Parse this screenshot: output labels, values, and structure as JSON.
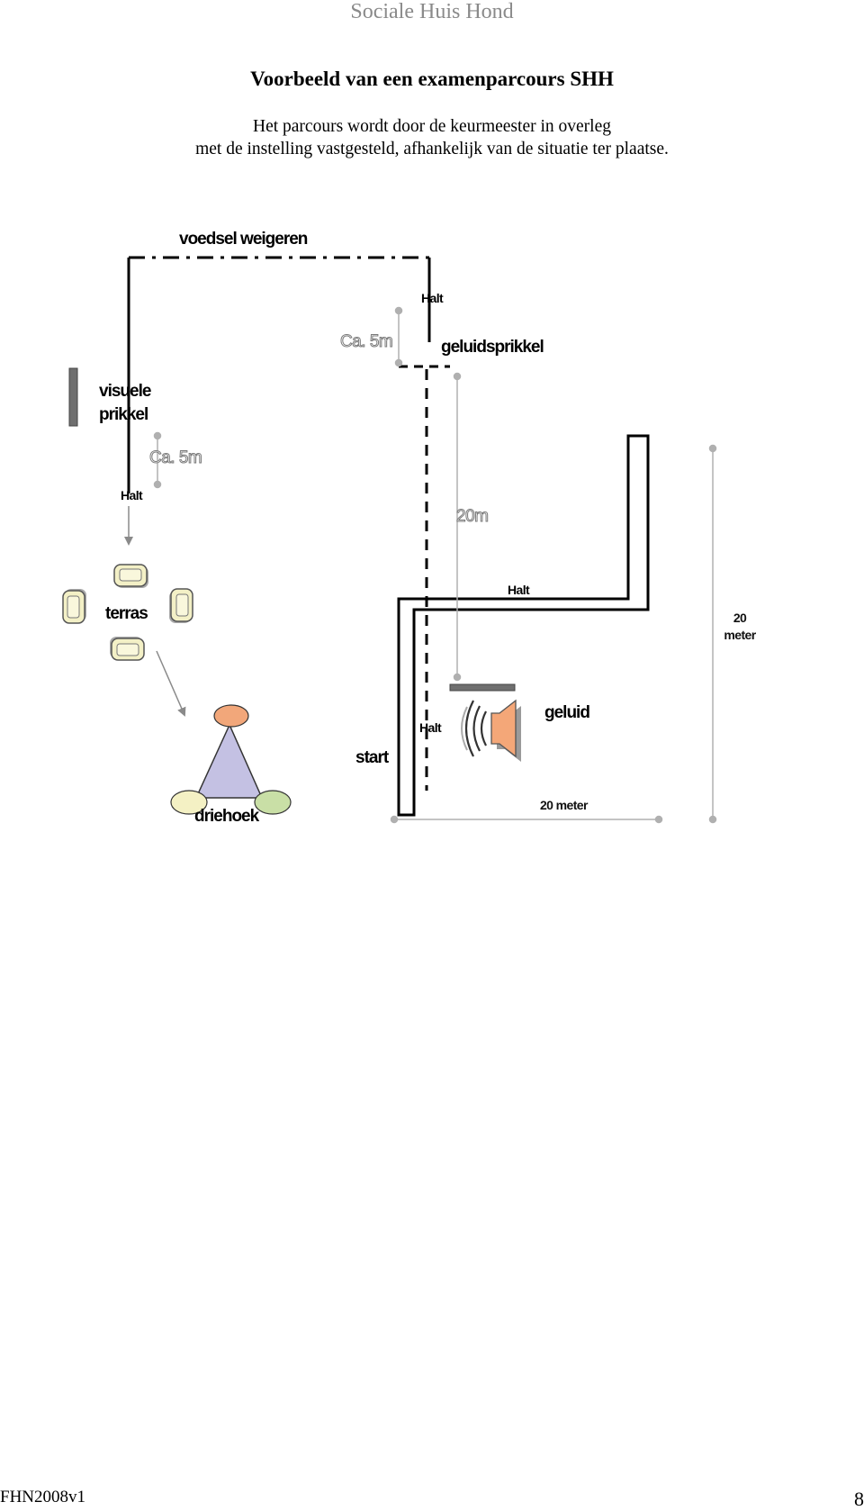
{
  "header": {
    "running_title": "Sociale Huis Hond"
  },
  "title": "Voorbeeld van een examenparcours SHH",
  "intro": {
    "line1": "Het parcours wordt door de keurmeester in overleg",
    "line2": "met de instelling vastgesteld, afhankelijk van de situatie ter plaatse."
  },
  "diagram": {
    "labels": {
      "voedsel_weigeren": "voedsel weigeren",
      "halt": "Halt",
      "ca_5m": "Ca. 5m",
      "geluidsprikkel": "geluidsprikkel",
      "visuele": "visuele",
      "prikkel": "prikkel",
      "distance_20m": "20m",
      "terras": "terras",
      "geluid": "geluid",
      "start": "start",
      "driehoek": "driehoek",
      "twenty_meter_horizontal": "20 meter",
      "twenty": "20",
      "meter": "meter"
    },
    "colors": {
      "path": "#000000",
      "dimension": "#b0b0b0",
      "bar": "#6f6f6f",
      "triangle_fill": "#c4c1e3",
      "cone_top": "#f2a77a",
      "cone_left": "#f4f1c4",
      "cone_right": "#c9dfa6",
      "speaker": "#f4a778",
      "chair": "#f3f0c6"
    }
  },
  "footer": {
    "doc_id": "FHN2008v1",
    "page_number": "8"
  }
}
